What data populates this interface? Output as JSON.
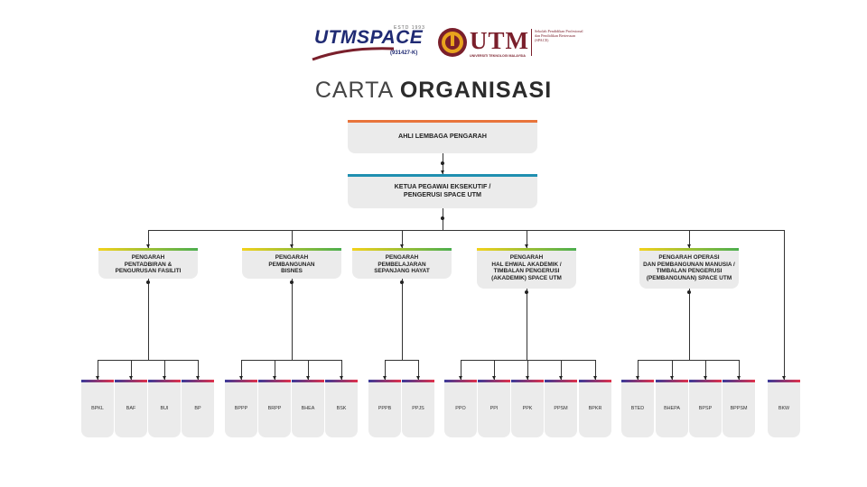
{
  "header": {
    "utmspace_brand": "UTMSPACE",
    "utmspace_est": "ESTD 1993",
    "utmspace_reg": "(931427-K)",
    "utm_brand": "UTM",
    "utm_full": "UNIVERSITI TEKNOLOGI MALAYSIA",
    "utm_side_text": "Sekolah Pendidikan Profesional dan Pendidikan Berterusan (SPACE)",
    "title_light": "CARTA",
    "title_bold": "ORGANISASI"
  },
  "chart": {
    "board": "AHLI LEMBAGA PENGARAH",
    "ceo": "KETUA PEGAWAI EKSEKUTIF /\nPENGERUSI SPACE UTM",
    "directors": [
      {
        "label": "PENGARAH\nPENTADBIRAN &\nPENGURUSAN FASILITI",
        "units": [
          "BPKL",
          "BAF",
          "BUI",
          "BP"
        ]
      },
      {
        "label": "PENGARAH\nPEMBANGUNAN\nBISNES",
        "units": [
          "BPPP",
          "BRPP",
          "BHEA",
          "BSK"
        ]
      },
      {
        "label": "PENGARAH\nPEMBELAJARAN\nSEPANJANG HAYAT",
        "units": [
          "PPPB",
          "PPJS"
        ]
      },
      {
        "label": "PENGARAH\nHAL EHWAL AKADEMIK /\nTIMBALAN PENGERUSI\n(AKADEMIK) SPACE UTM",
        "units": [
          "PPO",
          "PPI",
          "PPK",
          "PPSM",
          "BPKR"
        ]
      },
      {
        "label": "PENGARAH OPERASI\nDAN PEMBANGUNAN MANUSIA /\nTIMBALAN PENGERUSI\n(PEMBANGUNAN) SPACE UTM",
        "units": [
          "BTED",
          "BHEPA",
          "BPSP",
          "BPPSM"
        ]
      }
    ],
    "standalone_unit": "BKW"
  },
  "colors": {
    "board_bar": "#e8743b",
    "ceo_bar": "#1f8fb0",
    "director_bar_start": "#f2d21b",
    "director_bar_end": "#4cae4f",
    "unit_bar_start": "#3b3b9a",
    "unit_bar_end": "#e0304a",
    "box_fill": "#ebebeb"
  }
}
